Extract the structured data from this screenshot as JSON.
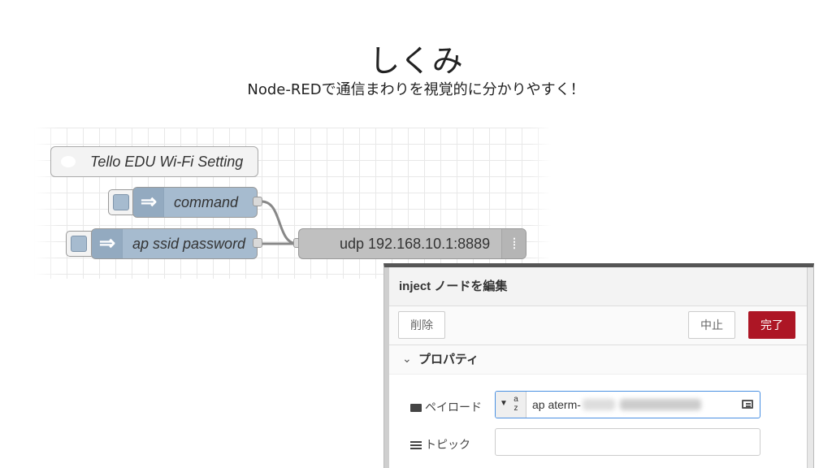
{
  "slide": {
    "title": "しくみ",
    "subtitle": "Node-REDで通信まわりを視覚的に分かりやすく！"
  },
  "flow": {
    "comment_node": {
      "label": "Tello EDU Wi-Fi Setting"
    },
    "inject_nodes": [
      {
        "label": "command",
        "icon": "inject-arrow-icon"
      },
      {
        "label": "ap ssid password",
        "icon": "inject-arrow-icon"
      }
    ],
    "udp_node": {
      "label": "udp 192.168.10.1:8889",
      "icon": "udp-signal-icon"
    },
    "colors": {
      "inject": "#a6bbcf",
      "udp": "#c0c0c0",
      "comment": "#f3f3f3",
      "wire": "#888888"
    }
  },
  "editor": {
    "title": "inject ノードを編集",
    "buttons": {
      "delete": "削除",
      "cancel": "中止",
      "done": "完了"
    },
    "section": {
      "label": "プロパティ"
    },
    "fields": {
      "payload": {
        "label": "ペイロード",
        "type_icon": "a-z",
        "value": "ap aterm-"
      },
      "topic": {
        "label": "トピック",
        "value": ""
      }
    },
    "colors": {
      "done_button": "#ad1625",
      "focus_border": "#4a90e2"
    }
  }
}
